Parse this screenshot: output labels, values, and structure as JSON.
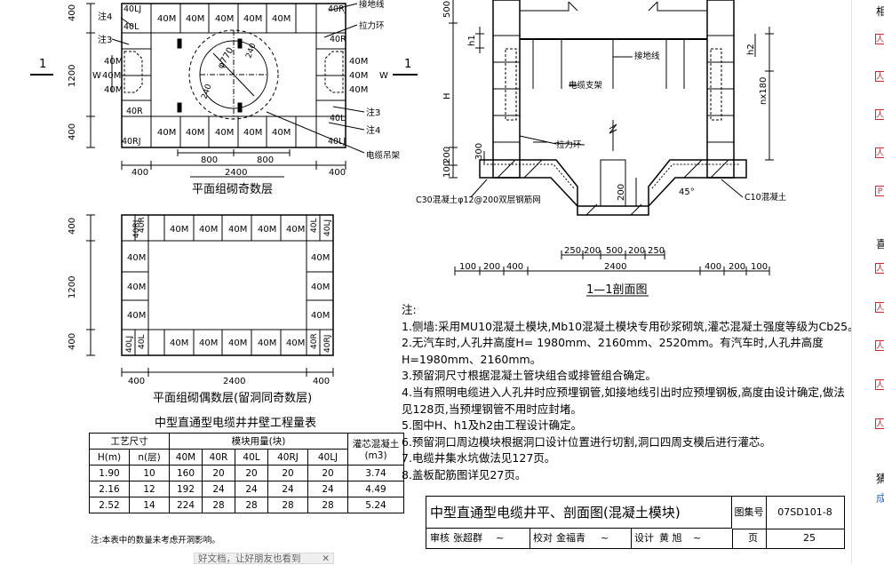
{
  "drawing": {
    "plan_odd": {
      "title": "平面组砌奇数层",
      "top_row": [
        "40M",
        "40M",
        "40M",
        "40M",
        "40M"
      ],
      "bottom_row": [
        "40M",
        "40M",
        "40M",
        "40M",
        "40M"
      ],
      "corner_labels": {
        "tl_top": "40LJ",
        "tl_mid": "40L",
        "tr_top": "40RJ",
        "tr_mid": "40R",
        "bl_mid": "40R",
        "bl_bot": "40RJ",
        "br_mid": "40L",
        "br_bot": "40LJ"
      },
      "left_col": [
        "40M",
        "40M",
        "40M"
      ],
      "right_col": [
        "40M",
        "40M",
        "40M"
      ],
      "diameter": "φ770",
      "dim_240a": "240",
      "dim_240b": "240",
      "callouts": [
        "注4",
        "注3",
        "接地线",
        "拉力环",
        "注3",
        "注4",
        "电缆吊架"
      ],
      "dims_v": [
        "400",
        "1200",
        "400"
      ],
      "dim_w": "W",
      "dims_h_inner": [
        "800",
        "800"
      ],
      "dims_h": [
        "400",
        "2400",
        "400"
      ],
      "section_mark": "1"
    },
    "plan_even": {
      "title": "平面组砌偶数层(留洞同奇数层)",
      "top_row": [
        "40RJ",
        "40R",
        "40M",
        "40M",
        "40M",
        "40M",
        "40M",
        "40L",
        "40LJ"
      ],
      "bottom_row": [
        "40LJ",
        "40L",
        "40M",
        "40M",
        "40M",
        "40M",
        "40M",
        "40R",
        "40RJ"
      ],
      "left_col": [
        "40M",
        "40M",
        "40M"
      ],
      "right_col": [
        "40M",
        "40M",
        "40M"
      ],
      "dims_v": [
        "400",
        "1200",
        "400"
      ],
      "dims_h": [
        "400",
        "2400",
        "400"
      ]
    },
    "section": {
      "title": "1—1剖面图",
      "labels": {
        "h1": "h1",
        "h2": "h2",
        "H": "H",
        "nx180": "nx180",
        "ground": "接地线",
        "bracket": "电缆支架",
        "ring": "拉力环",
        "c30": "C30混凝土φ12@200双层钢筋网",
        "c10": "C10混凝土",
        "angle": "45°",
        "d200": "200",
        "d100": "100",
        "d300": "300",
        "d500": "500"
      },
      "bottom_dims": [
        "250",
        "200",
        "500",
        "200",
        "250"
      ],
      "outer_dims": [
        "100",
        "200",
        "400",
        "2400",
        "400",
        "200",
        "100"
      ]
    }
  },
  "quantity_table": {
    "title": "中型直通型电缆井井壁工程量表",
    "header_process": "工艺尺寸",
    "header_block": "模块用量(块)",
    "header_concrete": "灌芯混凝土",
    "header_unit": "(m3)",
    "sub_headers": [
      "H(m)",
      "n(层)",
      "40M",
      "40R",
      "40L",
      "40RJ",
      "40LJ"
    ],
    "rows": [
      [
        "1.90",
        "10",
        "160",
        "20",
        "20",
        "20",
        "20",
        "3.74"
      ],
      [
        "2.16",
        "12",
        "192",
        "24",
        "24",
        "24",
        "24",
        "4.49"
      ],
      [
        "2.52",
        "14",
        "224",
        "28",
        "28",
        "28",
        "28",
        "5.24"
      ]
    ],
    "footnote": "注:本表中的数量未考虑开洞影响。"
  },
  "notes": {
    "heading": "注:",
    "items": [
      "1.侧墙:采用MU10混凝土模块,Mb10混凝土模块专用砂浆砌筑,灌芯混凝土强度等级为Cb25。",
      "2.无汽车时,人孔井高度H= 1980mm、2160mm、2520mm。有汽车时,人孔井高度",
      "   H=1980mm、2160mm。",
      "3.预留洞尺寸根据混凝土管块组合或排管组合确定。",
      "4.当有照明电缆进入人孔井时应预埋钢管,如接地线引出时应预埋钢板,高度由设计确定,做法",
      "   见128页,当预埋钢管不用时应封堵。",
      "5.图中H、h1及h2由工程设计确定。",
      "6.预留洞口周边模块根据洞口设计位置进行切割,洞口四周支模后进行灌芯。",
      "7.电缆井集水坑做法见127页。",
      "8.盖板配筋图详见27页。"
    ]
  },
  "title_block": {
    "title": "中型直通型电缆井平、剖面图(混凝土模块)",
    "atlas_label": "图集号",
    "atlas_no": "07SD101-8",
    "review_label": "审核",
    "reviewer": "张超群",
    "check_label": "校对",
    "checker": "金福青",
    "design_label": "设计",
    "designer": "黄 旭",
    "page_label": "页",
    "page_no": "25"
  },
  "sidebar": {
    "top_char": "相",
    "mid_char": "喜",
    "bottom_char": "猜",
    "bottom_link": "成",
    "icon_glyph": "人",
    "icon_p": "P"
  },
  "bottom_bar": {
    "text": "好文档，让好朋友也看到",
    "close": "✕"
  }
}
